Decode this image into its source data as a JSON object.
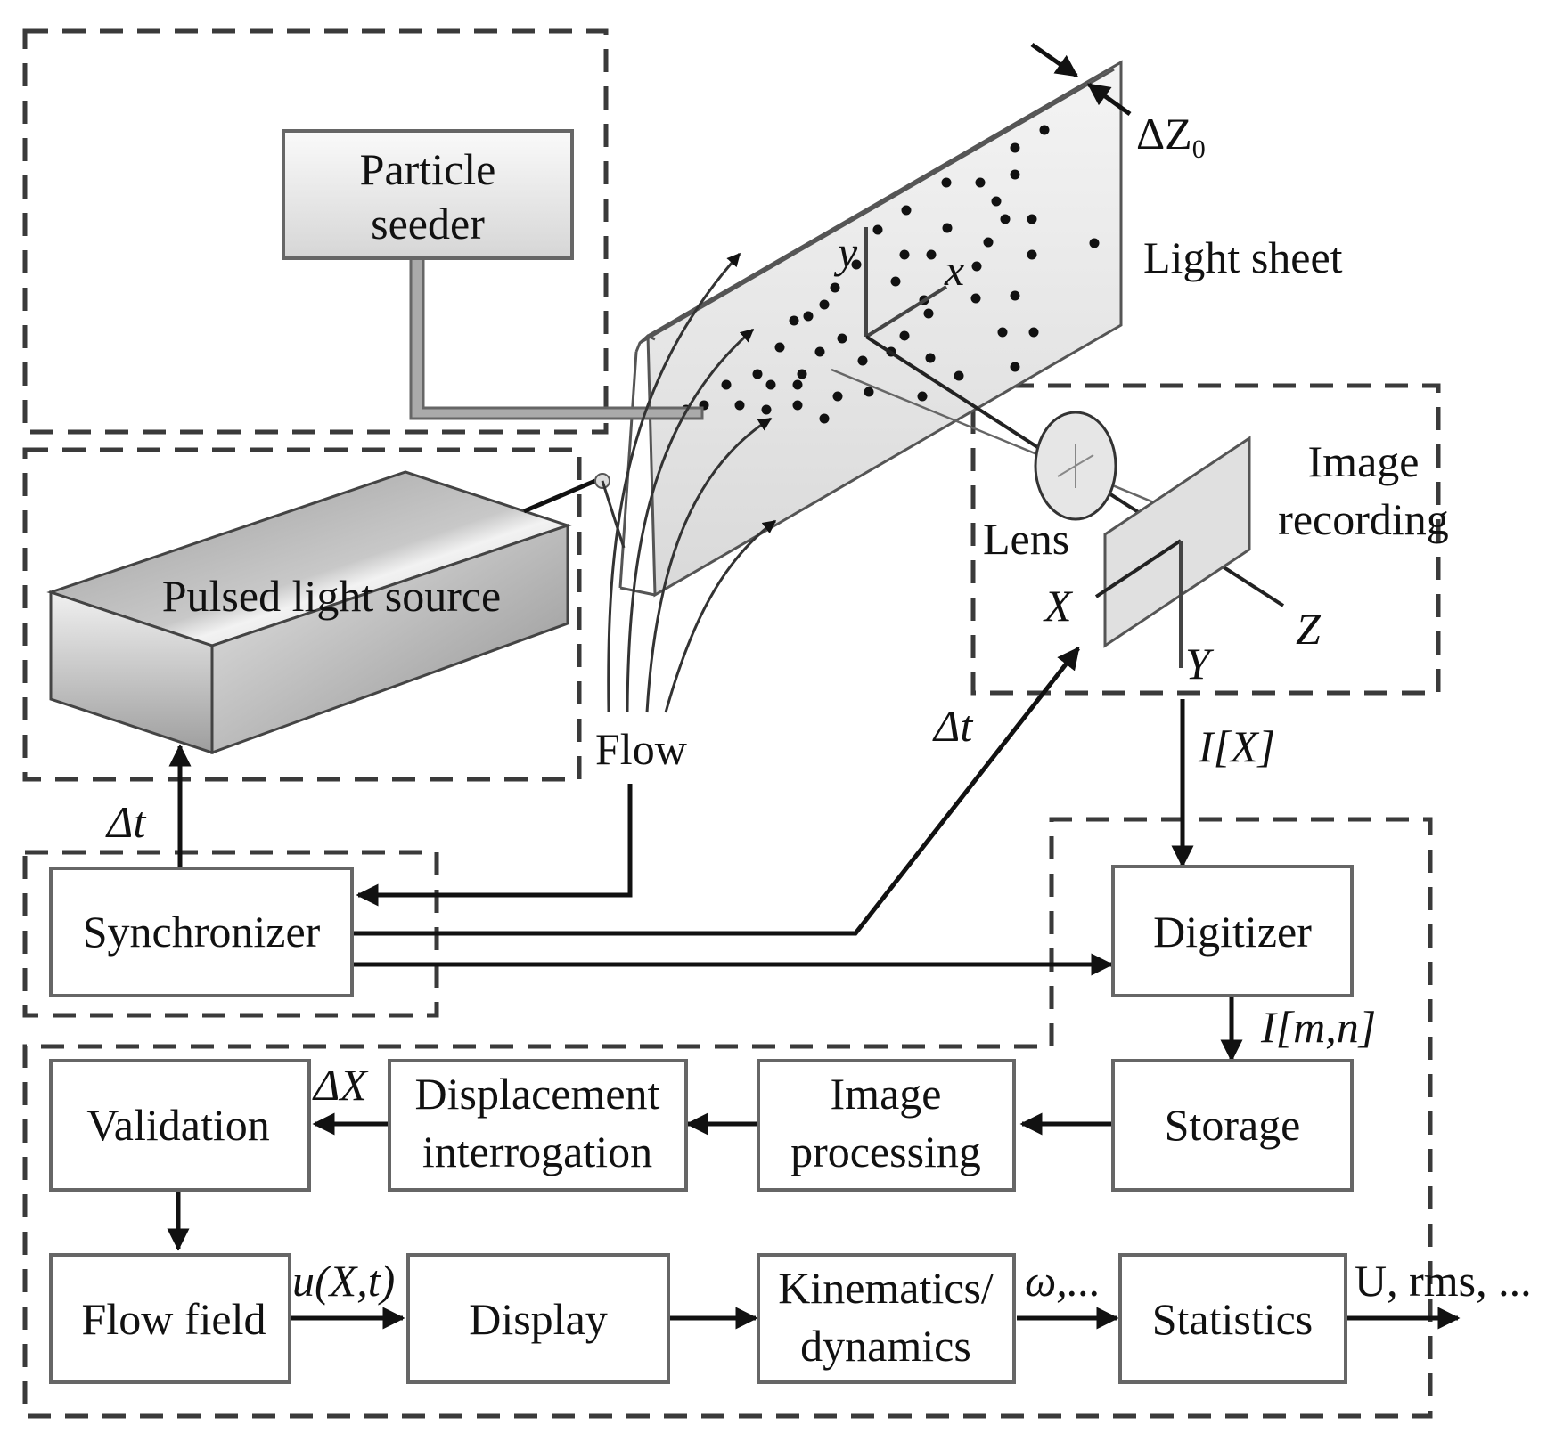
{
  "diagram": {
    "title": "Particle Image Velocimetry (PIV) system schematic",
    "colors": {
      "line": "#111111",
      "box_border": "#666666",
      "dash": "#3a3a3a",
      "sheet_fill": "#e6e6e6",
      "particle": "#111111"
    },
    "hardware": {
      "particle_seeder": [
        "Particle",
        "seeder"
      ],
      "light_sheet": "Light sheet",
      "sheet_thickness": "ΔZ",
      "sheet_thickness_sub": "0",
      "pulsed_light_source": "Pulsed light source",
      "flow": "Flow",
      "lens": "Lens",
      "image_recording": [
        "Image",
        "recording"
      ],
      "object_axes": {
        "x": "x",
        "y": "y"
      },
      "image_axes": {
        "X": "X",
        "Y": "Y",
        "Z": "Z"
      }
    },
    "signals": {
      "dt_light": "Δt",
      "dt_camera": "Δt",
      "image_signal": "I[X]",
      "digital_image": "I[m,n]",
      "displacement": "ΔX",
      "velocity": "u(X,t)",
      "vorticity": "ω,...",
      "stats_out": "U, rms, ..."
    },
    "blocks": {
      "synchronizer": "Synchronizer",
      "digitizer": "Digitizer",
      "storage": "Storage",
      "image_processing": [
        "Image",
        "processing"
      ],
      "displacement_interrogation": [
        "Displacement",
        "interrogation"
      ],
      "validation": "Validation",
      "flow_field": "Flow field",
      "display": "Display",
      "kinematics_dynamics": [
        "Kinematics/",
        "dynamics"
      ],
      "statistics": "Statistics"
    }
  }
}
